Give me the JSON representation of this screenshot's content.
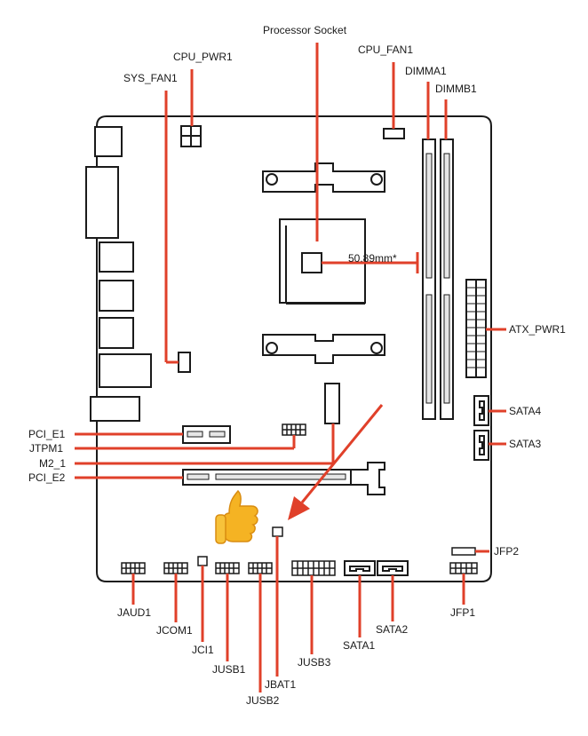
{
  "labels": {
    "processor_socket": "Processor Socket",
    "cpu_pwr1": "CPU_PWR1",
    "cpu_fan1": "CPU_FAN1",
    "sys_fan1": "SYS_FAN1",
    "dimma1": "DIMMA1",
    "dimmb1": "DIMMB1",
    "atx_pwr1": "ATX_PWR1",
    "sata4": "SATA4",
    "sata3": "SATA3",
    "pci_e1": "PCI_E1",
    "jtpm1": "JTPM1",
    "m2_1": "M2_1",
    "pci_e2": "PCI_E2",
    "jfp2": "JFP2",
    "jfp1": "JFP1",
    "jaud1": "JAUD1",
    "jcom1": "JCOM1",
    "jci1": "JCI1",
    "jusb1": "JUSB1",
    "jusb2": "JUSB2",
    "jbat1": "JBAT1",
    "jusb3": "JUSB3",
    "sata1": "SATA1",
    "sata2": "SATA2",
    "dimension": "50.89mm*"
  },
  "colors": {
    "accent": "#e0402a",
    "outline": "#1a1a1a",
    "slot_fill": "#e6e6e6"
  },
  "icons": {
    "thumbs_up": "thumbs-up-icon",
    "pointer": "red-arrow-icon"
  }
}
